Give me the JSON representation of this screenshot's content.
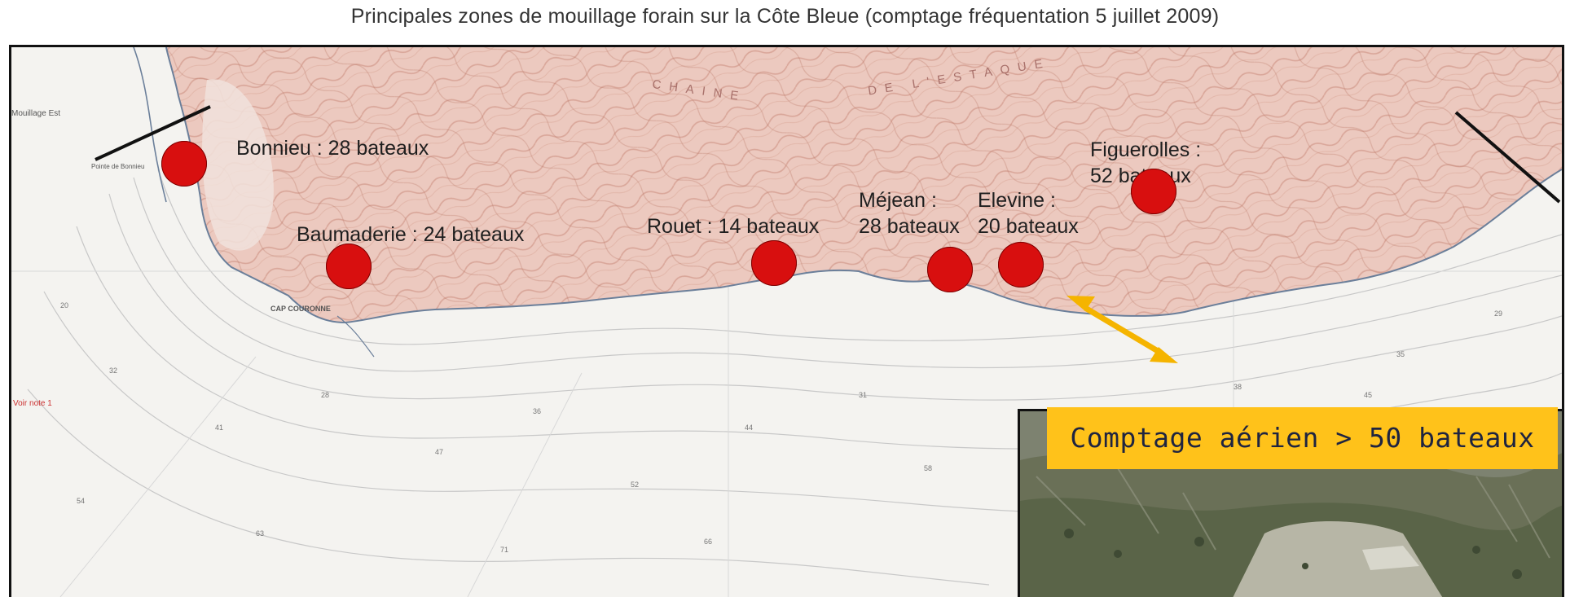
{
  "title": "Principales zones de mouillage forain sur la Côte Bleue (comptage fréquentation 5 juillet 2009)",
  "zones": [
    {
      "id": "bonnieu",
      "label": "Bonnieu : 28 bateaux"
    },
    {
      "id": "baumaderie",
      "label": "Baumaderie : 24 bateaux"
    },
    {
      "id": "rouet",
      "label": "Rouet : 14 bateaux"
    },
    {
      "id": "mejean",
      "line1": "Méjean :",
      "line2": "28 bateaux"
    },
    {
      "id": "elevine",
      "line1": "Elevine :",
      "line2": "20 bateaux"
    },
    {
      "id": "figuerolles",
      "line1": "Figuerolles :",
      "line2": "52 bateaux"
    }
  ],
  "map_text": {
    "mouillage": "Mouillage Est",
    "cap": "CAP COURONNE",
    "chaine": "CHAINE",
    "estaque": "DE L'ESTAQUE",
    "voir": "Voir note 1",
    "pointe": "Pointe de Bonnieu"
  },
  "callout": "Comptage aérien > 50 bateaux",
  "colors": {
    "marker": "#d80f0f",
    "callout_bg": "#ffc21a",
    "arrow": "#f5b400",
    "land": "#e9c4b9",
    "sea": "#f4f3f0"
  }
}
